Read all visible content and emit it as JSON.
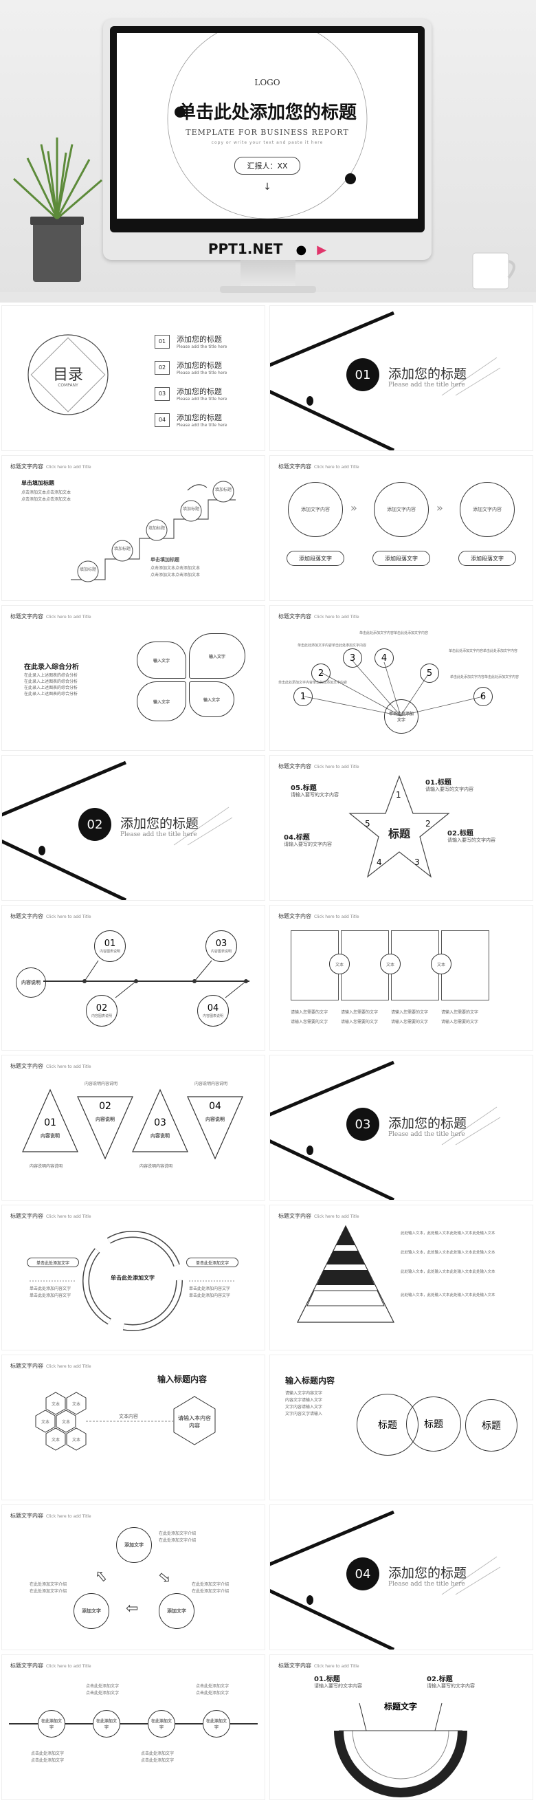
{
  "cover": {
    "logo": "LOGO",
    "title": "单击此处添加您的标题",
    "template": "TEMPLATE FOR BUSINESS REPORT",
    "subtitle": "copy or write your text and paste it here",
    "reporter": "汇报人：XX",
    "brand": "PPT1.NET"
  },
  "toc": {
    "title": "目录",
    "subtitle": "COMPANY",
    "items": [
      {
        "num": "01",
        "label": "添加您的标题",
        "sub": "Please add the title here"
      },
      {
        "num": "02",
        "label": "添加您的标题",
        "sub": "Please add the title here"
      },
      {
        "num": "03",
        "label": "添加您的标题",
        "sub": "Please add the title here"
      },
      {
        "num": "04",
        "label": "添加您的标题",
        "sub": "Please add the title here"
      }
    ]
  },
  "sections": [
    {
      "num": "01",
      "title": "添加您的标题",
      "sub": "Please add the title here"
    },
    {
      "num": "02",
      "title": "添加您的标题",
      "sub": "Please add the title here"
    },
    {
      "num": "03",
      "title": "添加您的标题",
      "sub": "Please add the title here"
    },
    {
      "num": "04",
      "title": "添加您的标题",
      "sub": "Please add the title here"
    }
  ],
  "header": {
    "title": "标题文字内容",
    "sub": "Click here to add Title"
  },
  "stairs": {
    "heading": "单击填加标题",
    "lines": [
      "点击添加文本点击添加文本",
      "点击添加文本点击添加文本"
    ],
    "steps": [
      "填加标题",
      "填加标题",
      "填加标题",
      "填加标题",
      "填加标题"
    ],
    "bottom_heading": "单击填加标题",
    "bottom_lines": [
      "点击添加文本点击添加文本",
      "点击添加文本点击添加文本"
    ]
  },
  "three_circles": {
    "circle_text": [
      "添加文字内容",
      "添加文字内容",
      "添加文字内容"
    ],
    "pills": [
      "添加段落文字",
      "添加段落文字",
      "添加段落文字"
    ]
  },
  "petals": {
    "heading": "在此录入综合分析",
    "lines": [
      "在此录入上述图表的综合分析",
      "在此录入上述图表的综合分析",
      "在此录入上述图表的综合分析",
      "在此录入上述图表的综合分析"
    ],
    "labels": [
      "输入文字",
      "输入文字",
      "输入文字",
      "输入文字"
    ]
  },
  "fan": {
    "center": "单击此处添加文字",
    "nums": [
      "1",
      "2",
      "3",
      "4",
      "5",
      "6"
    ],
    "text": "单击此处添加文字内容单击此处添加文字内容"
  },
  "star": {
    "center": "标题",
    "points": [
      {
        "num": "01.标题",
        "text": "请输入要写的文字内容"
      },
      {
        "num": "02.标题",
        "text": "请输入要写的文字内容"
      },
      {
        "num": "04.标题",
        "text": "请输入要写的文字内容"
      },
      {
        "num": "05.标题",
        "text": "请输入要写的文字内容"
      }
    ],
    "nums": [
      "1",
      "2",
      "3",
      "4",
      "5"
    ]
  },
  "timeline": {
    "start": "内容说明",
    "nodes": [
      "01",
      "02",
      "03",
      "04"
    ],
    "text": "内容图表说明"
  },
  "columns": {
    "labels": [
      "文本",
      "文本",
      "文本"
    ],
    "text": "请输入您需要的文字"
  },
  "triangles": {
    "nums": [
      "01",
      "02",
      "03",
      "04"
    ],
    "labels": [
      "内容说明",
      "内容说明",
      "内容说明",
      "内容说明"
    ],
    "text": "内容说明内容说明"
  },
  "cycle": {
    "center": "单击此处添加文字",
    "left": "单击此处添加文字",
    "right": "单击此处添加文字",
    "text": "单击此处添加内容文字"
  },
  "pyramid": {
    "text": "此处输入文本，此处输入文本此处输入文本此处输入文本"
  },
  "hexagons": {
    "title": "输入标题内容",
    "cells": [
      "文本",
      "文本",
      "文本",
      "文本",
      "文本",
      "文本"
    ],
    "mid": "文本内容",
    "big": "请输入本内容内容"
  },
  "venn": {
    "title": "输入标题内容",
    "lines": [
      "请输入文字内容文字",
      "内容文字请输入文字",
      "文字内容请输入文字",
      "文字内容文字请输入"
    ],
    "labels": [
      "标题",
      "标题",
      "标题"
    ]
  },
  "triad": {
    "node": "添加文字",
    "text": "在此处添加文字介绍"
  },
  "beads": {
    "node": "在此添加文字",
    "text": "点击此处添加文字"
  },
  "arch": {
    "center": "标题文字",
    "left_num": "01.标题",
    "right_num": "02.标题",
    "text": "请输入要写的文字内容"
  }
}
